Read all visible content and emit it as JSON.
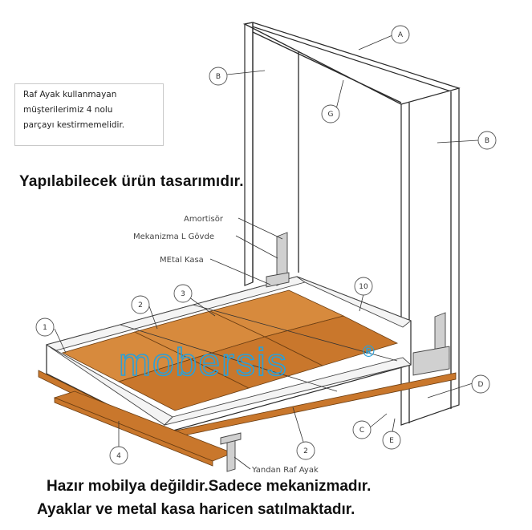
{
  "note_lines": [
    "Raf Ayak kullanmayan",
    "müşterilerimiz 4 nolu",
    "parçayı kestirmemelidir."
  ],
  "headline": "Yapılabilecek ürün tasarımıdır.",
  "footer_line1": "Hazır mobilya değildir.Sadece mekanizmadır.",
  "footer_line2": "Ayaklar ve metal kasa haricen satılmaktadır.",
  "watermark": "mobersis",
  "watermark_mark": "®",
  "part_labels": {
    "amortisor": "Amortisör",
    "mekanizma": "Mekanizma L Gövde",
    "metal_kasa": "MEtal Kasa",
    "yandan": "Yandan Raf Ayak"
  },
  "callouts": {
    "A": "A",
    "B1": "B",
    "B2": "B",
    "G": "G",
    "C": "C",
    "D": "D",
    "E": "E",
    "n1": "1",
    "n2a": "2",
    "n2b": "2",
    "n3": "3",
    "n4": "4",
    "n10": "10"
  },
  "colors": {
    "wood": "#c9772c",
    "watermark": "#2aa0d8",
    "outline": "#2a2a2a"
  }
}
